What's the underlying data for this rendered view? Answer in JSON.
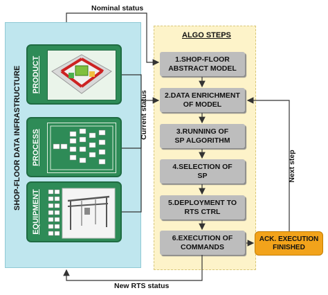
{
  "infrastructure": {
    "title": "SHOP-FLOOR DATA INFRASTRUCTURE",
    "cards": [
      {
        "label": "PRODUCT"
      },
      {
        "label": "PROCESS"
      },
      {
        "label": "EQUIPMENT"
      }
    ]
  },
  "algo": {
    "title": "ALGO STEPS",
    "steps": [
      {
        "text": "1.SHOP-FLOOR\nABSTRACT MODEL"
      },
      {
        "text": "2.DATA ENRICHMENT\nOF MODEL"
      },
      {
        "text": "3.RUNNING OF\nSP ALGORITHM"
      },
      {
        "text": "4.SELECTION OF\nSP"
      },
      {
        "text": "5.DEPLOYMENT TO\nRTS CTRL"
      },
      {
        "text": "6.EXECUTION OF\nCOMMANDS"
      }
    ]
  },
  "ack": {
    "text": "ACK. EXECUTION\nFINISHED"
  },
  "labels": {
    "nominal_status": "Nominal status",
    "current_status": "Current status",
    "next_step": "Next step",
    "new_rts_status": "New RTS status"
  },
  "colors": {
    "infra_panel": "#bfe6ee",
    "algo_panel": "#fdf3c9",
    "card": "#2e8b57",
    "step": "#bdbdbd",
    "ack": "#f2a31b"
  }
}
